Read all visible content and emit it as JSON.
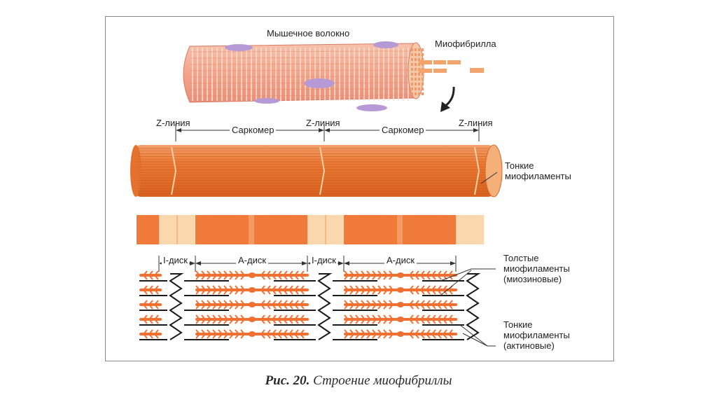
{
  "labels": {
    "muscle_fiber": "Мышечное волокно",
    "myofibril": "Миофибрилла",
    "z_line": "Z-линия",
    "sarcomere": "Саркомер",
    "thin_filaments_top": [
      "Тонкие",
      "миофиламенты"
    ],
    "i_disk": "I-диск",
    "a_disk": "A-диск",
    "thick_filaments": [
      "Толстые",
      "миофиламенты",
      "(миозиновые)"
    ],
    "thin_filaments_actin": [
      "Тонкие",
      "миофиламенты",
      "(актиновые)"
    ]
  },
  "caption": {
    "figure": "Рис. 20.",
    "text": "Строение миофибриллы"
  },
  "colors": {
    "fiber": "#f4a98b",
    "myofibril": "#f0823a",
    "dark_band": "#ef7a3a",
    "light_band": "#fbd7ae",
    "actin": "#1a1a1a",
    "myosin": "#ef7030",
    "nucleus": "#b59ad6"
  }
}
